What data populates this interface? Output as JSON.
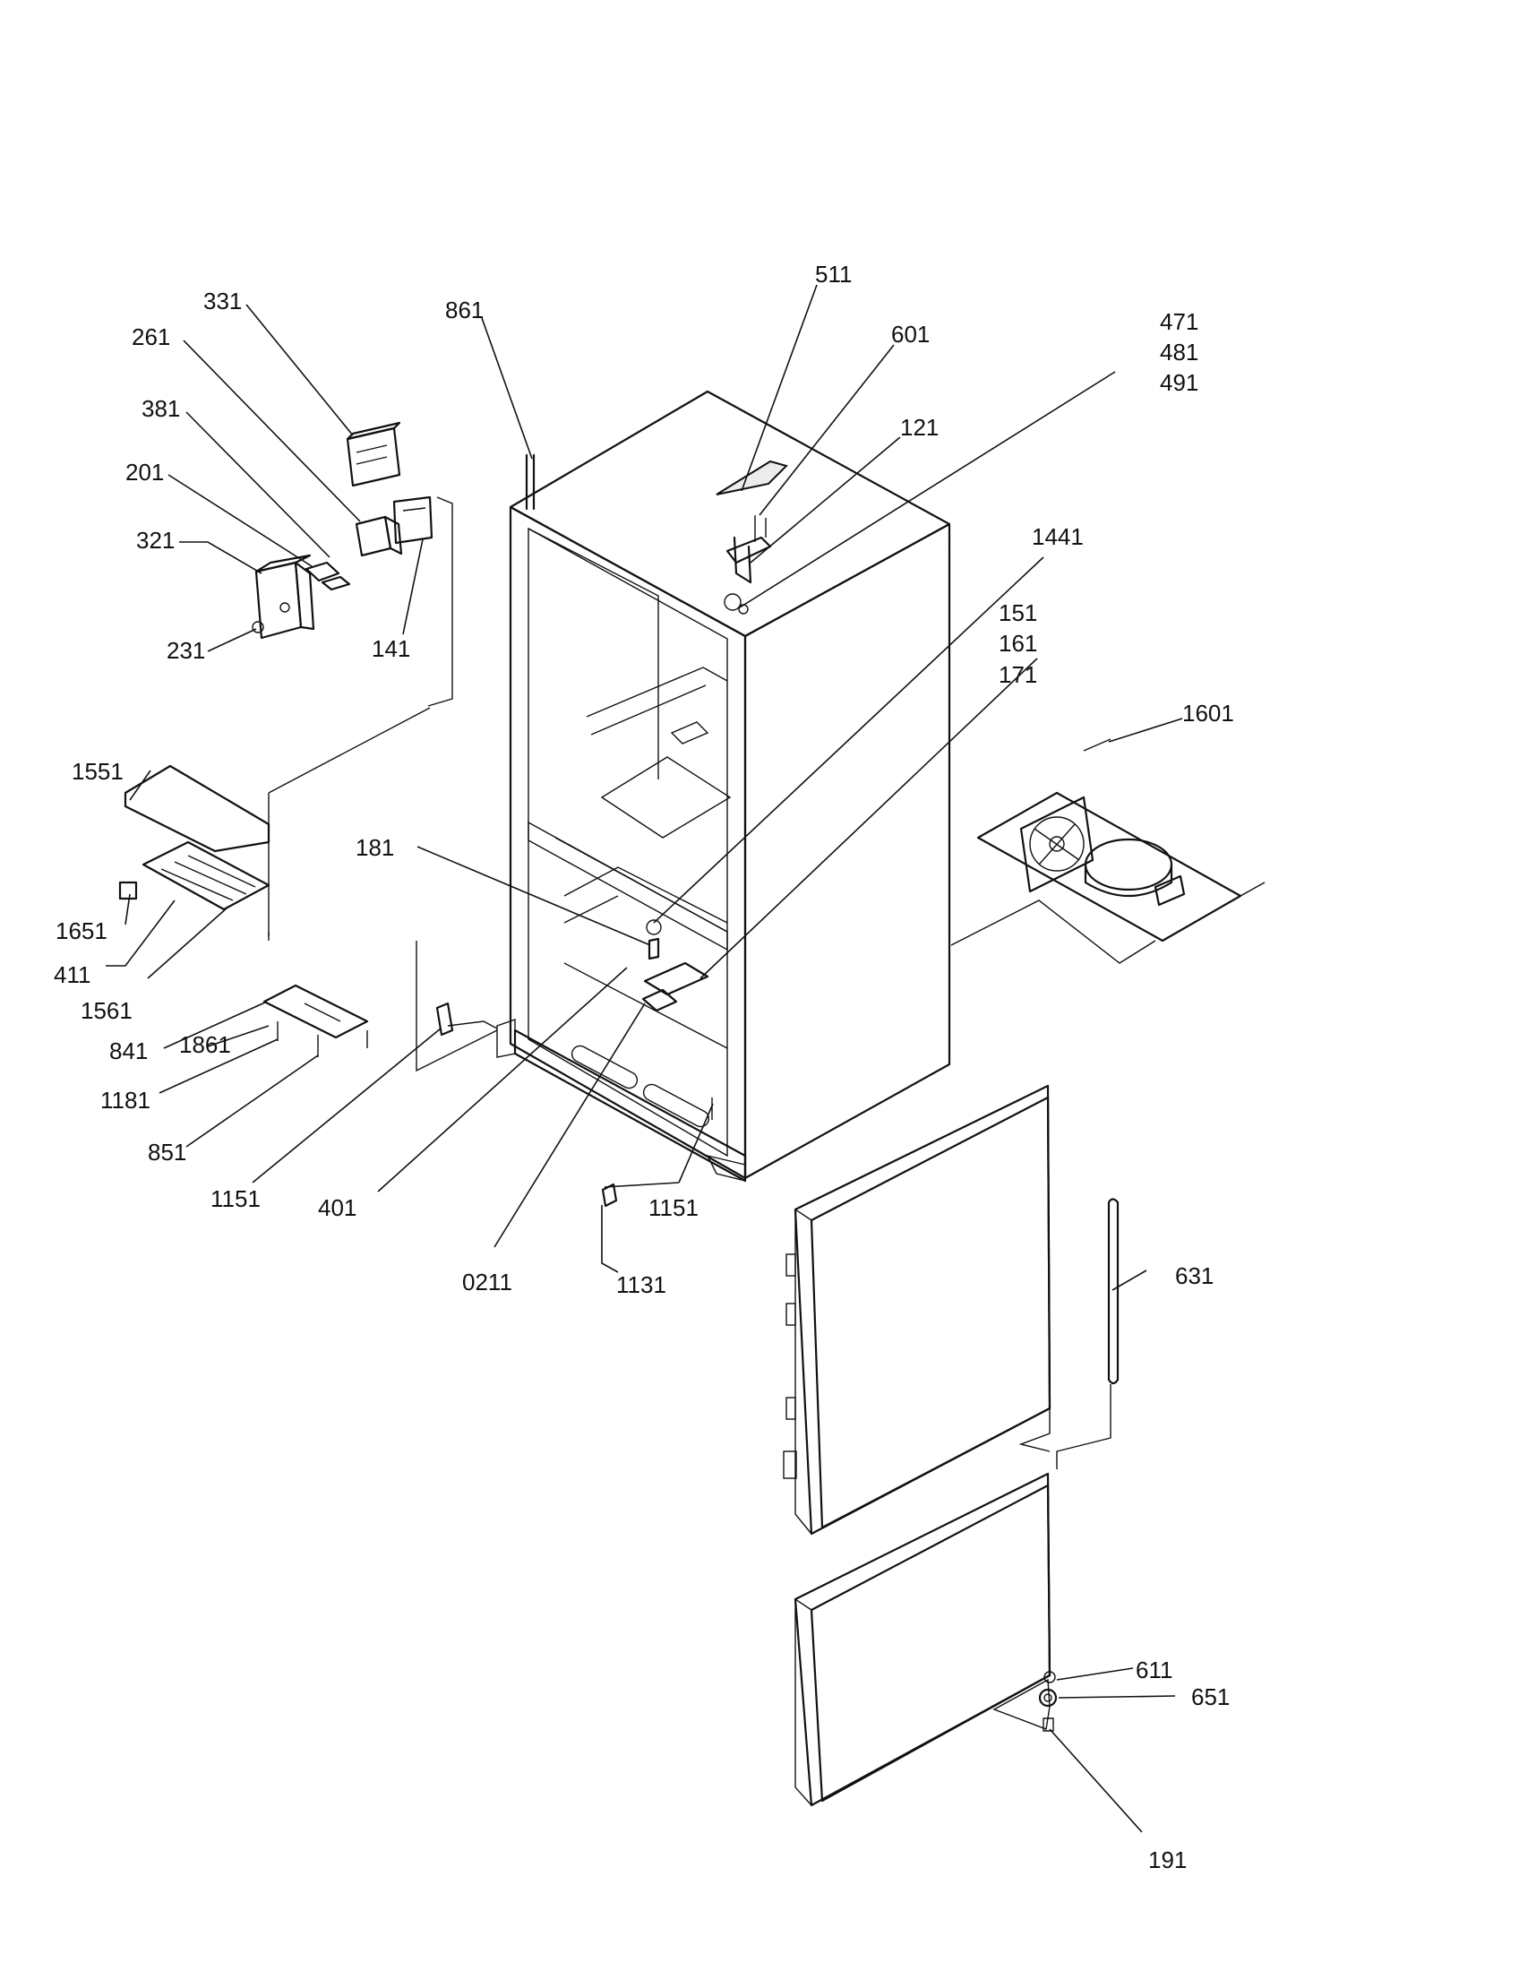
{
  "labels": {
    "p331": "331",
    "p261": "261",
    "p381": "381",
    "p201": "201",
    "p321": "321",
    "p231": "231",
    "p141": "141",
    "p861": "861",
    "p511": "511",
    "p601": "601",
    "p471": "471",
    "p481": "481",
    "p491": "491",
    "p121": "121",
    "p1441": "1441",
    "p151": "151",
    "p161": "161",
    "p171": "171",
    "p1601": "1601",
    "p1551": "1551",
    "p181": "181",
    "p1651": "1651",
    "p411": "411",
    "p1561": "1561",
    "p841": "841",
    "p1861": "1861",
    "p1181": "1181",
    "p851": "851",
    "p1151a": "1151",
    "p401": "401",
    "p1151b": "1151",
    "p0211": "0211",
    "p1131": "1131",
    "p631": "631",
    "p611": "611",
    "p651": "651",
    "p191": "191"
  }
}
